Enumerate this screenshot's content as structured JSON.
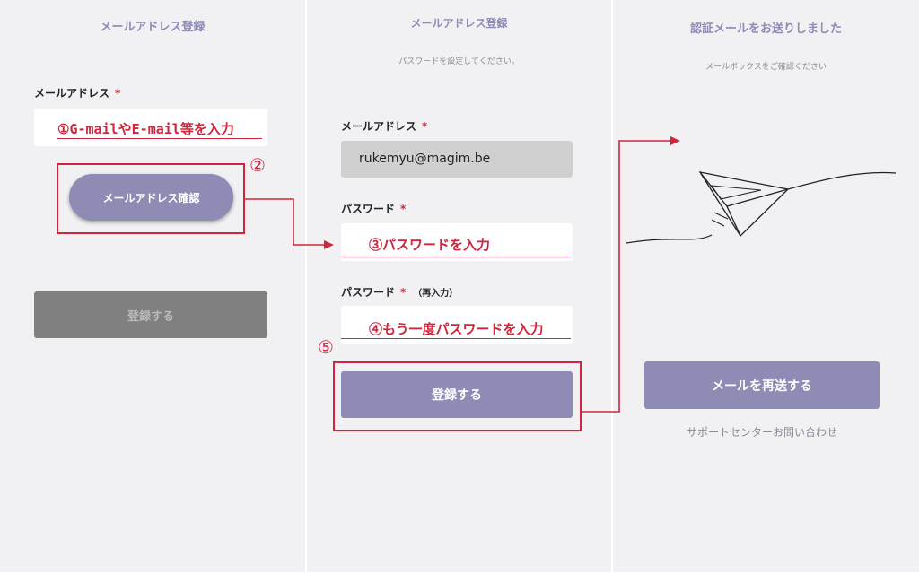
{
  "panel1": {
    "title": "メールアドレス登録",
    "email_label": "メールアドレス",
    "required_mark": "*",
    "email_hint": "①G-mailやE-mail等を入力",
    "step_number": "②",
    "confirm_button": "メールアドレス確認",
    "register_button": "登録する"
  },
  "panel2": {
    "title": "メールアドレス登録",
    "subtitle": "パスワードを設定してください。",
    "email_label": "メールアドレス",
    "email_value": "rukemyu@magim.be",
    "password_label": "パスワード",
    "password_hint": "③パスワードを入力",
    "password_confirm_label": "パスワード",
    "password_confirm_note": "（再入力）",
    "password_confirm_hint": "④もう一度パスワードを入力",
    "step_number": "⑤",
    "register_button": "登録する",
    "required_mark": "*"
  },
  "panel3": {
    "title": "認証メールをお送りしました",
    "subtitle": "メールボックスをご確認ください",
    "resend_button": "メールを再送する",
    "support_link": "サポートセンターお問い合わせ"
  },
  "colors": {
    "accent": "#8e8bb5",
    "annotation": "#d0253c",
    "disabled_button": "#808080",
    "panel_bg": "#f1f1f4"
  },
  "icons": [
    "paper-plane-icon"
  ]
}
